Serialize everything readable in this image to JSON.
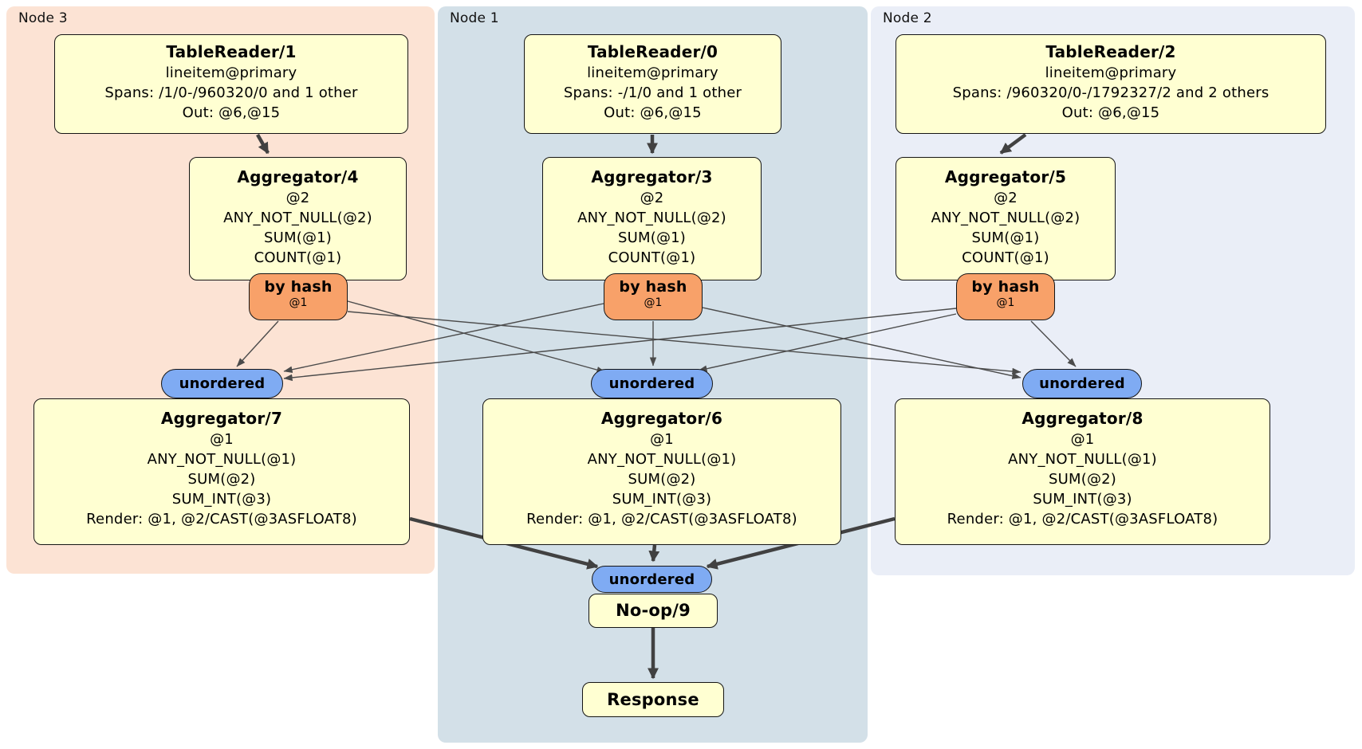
{
  "panels": {
    "node3": {
      "label": "Node 3",
      "color": "#fce3d4"
    },
    "node1": {
      "label": "Node 1",
      "color": "#d3e0e8"
    },
    "node2": {
      "label": "Node 2",
      "color": "#eaeef7"
    }
  },
  "processors": {
    "tr1": {
      "title": "TableReader/1",
      "lines": [
        "lineitem@primary",
        "Spans: /1/0-/960320/0 and 1 other",
        "Out: @6,@15"
      ]
    },
    "tr0": {
      "title": "TableReader/0",
      "lines": [
        "lineitem@primary",
        "Spans: -/1/0 and 1 other",
        "Out: @6,@15"
      ]
    },
    "tr2": {
      "title": "TableReader/2",
      "lines": [
        "lineitem@primary",
        "Spans: /960320/0-/1792327/2 and 2 others",
        "Out: @6,@15"
      ]
    },
    "agg4": {
      "title": "Aggregator/4",
      "lines": [
        "@2",
        "ANY_NOT_NULL(@2)",
        "SUM(@1)",
        "COUNT(@1)"
      ]
    },
    "agg3": {
      "title": "Aggregator/3",
      "lines": [
        "@2",
        "ANY_NOT_NULL(@2)",
        "SUM(@1)",
        "COUNT(@1)"
      ]
    },
    "agg5": {
      "title": "Aggregator/5",
      "lines": [
        "@2",
        "ANY_NOT_NULL(@2)",
        "SUM(@1)",
        "COUNT(@1)"
      ]
    },
    "agg7": {
      "title": "Aggregator/7",
      "lines": [
        "@1",
        "ANY_NOT_NULL(@1)",
        "SUM(@2)",
        "SUM_INT(@3)",
        "Render: @1, @2/CAST(@3ASFLOAT8)"
      ]
    },
    "agg6": {
      "title": "Aggregator/6",
      "lines": [
        "@1",
        "ANY_NOT_NULL(@1)",
        "SUM(@2)",
        "SUM_INT(@3)",
        "Render: @1, @2/CAST(@3ASFLOAT8)"
      ]
    },
    "agg8": {
      "title": "Aggregator/8",
      "lines": [
        "@1",
        "ANY_NOT_NULL(@1)",
        "SUM(@2)",
        "SUM_INT(@3)",
        "Render: @1, @2/CAST(@3ASFLOAT8)"
      ]
    },
    "noop": {
      "title": "No-op/9"
    },
    "response": {
      "title": "Response"
    }
  },
  "routers": {
    "hash3": {
      "label": "by hash",
      "detail": "@1"
    },
    "hash1": {
      "label": "by hash",
      "detail": "@1"
    },
    "hash2": {
      "label": "by hash",
      "detail": "@1"
    }
  },
  "streams": {
    "unordered3": {
      "label": "unordered"
    },
    "unordered1": {
      "label": "unordered"
    },
    "unordered2": {
      "label": "unordered"
    },
    "unordered_final": {
      "label": "unordered"
    }
  },
  "colors": {
    "processor_fill": "#ffffd2",
    "router_fill": "#f8a169",
    "stream_fill": "#7fabf3",
    "edge": "#454545"
  }
}
